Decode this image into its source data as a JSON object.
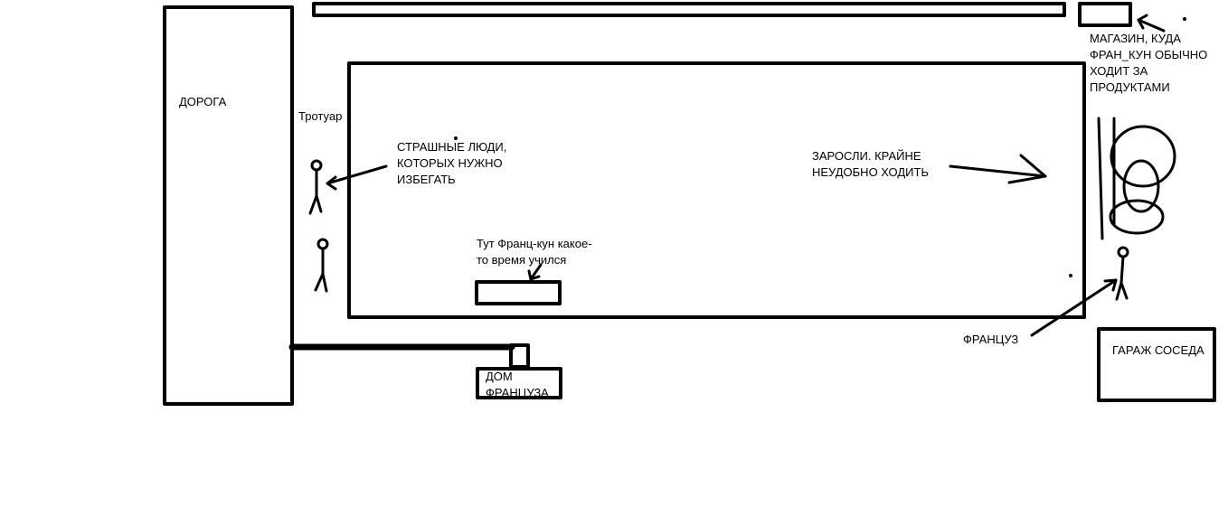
{
  "labels": {
    "road": "ДОРОГА",
    "sidewalk": "Тротуар",
    "scary_people": "СТРАШНЫЕ ЛЮДИ,\nКОТОРЫХ НУЖНО\nИЗБЕГАТЬ",
    "thicket": "ЗАРОСЛИ. КРАЙНЕ\nНЕУДОБНО ХОДИТЬ",
    "shop": "МАГАЗИН, КУДА\nФРАН_КУН ОБЫЧНО\nХОДИТ ЗА\nПРОДУКТАМИ",
    "school": "Тут Франц-кун какое-\nто время учился",
    "house": "ДОМ\nФРАНЦУЗА",
    "frenchman": "ФРАНЦУЗ",
    "garage": "ГАРАЖ СОСЕДА"
  },
  "colors": {
    "stroke": "#000000",
    "background": "#ffffff"
  }
}
